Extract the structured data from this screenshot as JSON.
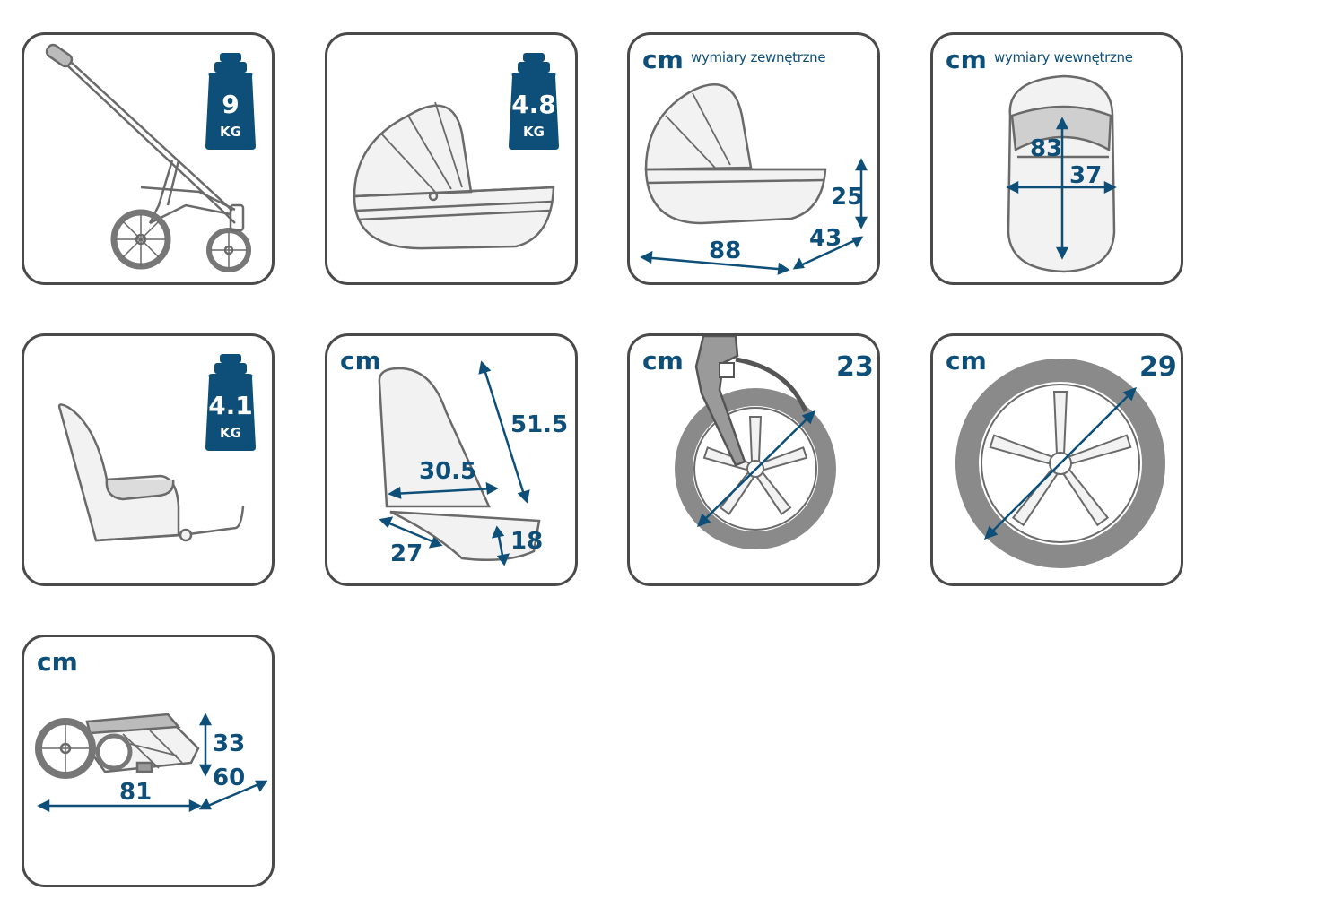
{
  "colors": {
    "accent": "#0d4f78",
    "outline": "#4a4a4a",
    "fill": "#f2f2f2",
    "tire": "#8a8a8a"
  },
  "tiles": {
    "frame": {
      "icon": "stroller-frame-icon",
      "weight_value": "9",
      "weight_unit": "KG"
    },
    "carrycot": {
      "icon": "carrycot-icon",
      "weight_value": "4.8",
      "weight_unit": "KG"
    },
    "carrycot_outer": {
      "icon": "carrycot-side-icon",
      "unit": "cm",
      "caption": "wymiary zewnętrzne",
      "length": "88",
      "width": "43",
      "height": "25"
    },
    "carrycot_inner": {
      "icon": "carrycot-top-icon",
      "unit": "cm",
      "caption": "wymiary wewnętrzne",
      "length": "83",
      "width": "37"
    },
    "seat": {
      "icon": "seat-unit-icon",
      "weight_value": "4.1",
      "weight_unit": "KG"
    },
    "seat_dims": {
      "icon": "seat-dimensions-icon",
      "unit": "cm",
      "backrest": "51.5",
      "width": "30.5",
      "footrest": "27",
      "leg": "18"
    },
    "front_wheel": {
      "icon": "front-wheel-icon",
      "unit": "cm",
      "diameter": "23"
    },
    "rear_wheel": {
      "icon": "rear-wheel-icon",
      "unit": "cm",
      "diameter": "29"
    },
    "folded": {
      "icon": "folded-stroller-icon",
      "unit": "cm",
      "length": "81",
      "width": "60",
      "height": "33"
    }
  }
}
